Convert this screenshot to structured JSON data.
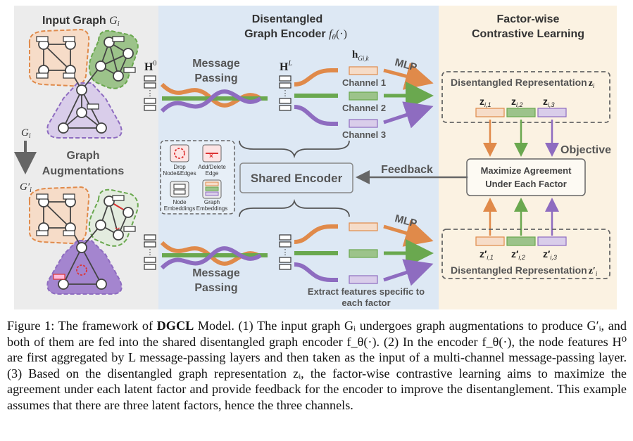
{
  "panels": {
    "input_graph_title": "Input Graph",
    "input_graph_symbol": "G",
    "input_graph_sub": "i",
    "encoder_title_line1": "Disentangled",
    "encoder_title_line2": "Graph Encoder",
    "encoder_symbol": "f",
    "encoder_symbol_sub": "θ",
    "encoder_symbol_arg": "(·)",
    "contrast_title_line1": "Factor-wise",
    "contrast_title_line2": "Contrastive Learning"
  },
  "left": {
    "gi_label": "G",
    "gi_sub": "i",
    "gi_prime_label": "G′",
    "gi_prime_sub": "i",
    "augment_line1": "Graph",
    "augment_line2": "Augmentations",
    "h0_label": "H",
    "h0_sup": "0"
  },
  "middle": {
    "mp_top_line1": "Message",
    "mp_top_line2": "Passing",
    "mp_bottom_line1": "Message",
    "mp_bottom_line2": "Passing",
    "hl_label": "H",
    "hl_sup": "L",
    "hg_label": "h",
    "hg_sub": "Gi,k",
    "channels": [
      "Channel 1",
      "Channel 2",
      "Channel 3"
    ],
    "mlp_top": "MLP",
    "mlp_bottom": "MLP",
    "shared_encoder": "Shared Encoder",
    "feedback": "Feedback",
    "extract_line1": "Extract features specific to",
    "extract_line2": "each factor"
  },
  "legend": {
    "drop_line1": "Drop",
    "drop_line2": "Node&Edges",
    "add_line1": "Add/Delete",
    "add_line2": "Edge",
    "node_line1": "Node",
    "node_line2": "Embeddings",
    "graph_line1": "Graph",
    "graph_line2": "Embeddings"
  },
  "right": {
    "disent_top": "Disentangled Representation",
    "disent_top_sym": "z",
    "disent_top_sub": "i",
    "z_top": [
      [
        "z",
        "i,1"
      ],
      [
        "z",
        "i,2"
      ],
      [
        "z",
        "i,3"
      ]
    ],
    "objective": "Objective",
    "maximize_line1": "Maximize Agreement",
    "maximize_line2": "Under Each Factor",
    "z_bottom": [
      [
        "z′",
        "i,1"
      ],
      [
        "z′",
        "i,2"
      ],
      [
        "z′",
        "i,3"
      ]
    ],
    "disent_bottom": "Disentangled Representation",
    "disent_bottom_sym": "z′",
    "disent_bottom_sub": "i"
  },
  "colors": {
    "orange": "#e08a4a",
    "green": "#6aa84f",
    "purple": "#8e6cc0",
    "orange_fill": "#f6dcc8",
    "green_fill": "#9cc38a",
    "purple_fill": "#d9cdea",
    "panel_left": "#ececec",
    "panel_mid": "#dde8f4",
    "panel_right": "#fbf2e2"
  },
  "caption": {
    "fig": "Figure 1: The framework of ",
    "model": "DGCL",
    "body": " Model. (1) The input graph Gᵢ undergoes graph augmentations to produce G′ᵢ, and both of them are fed into the shared disentangled graph encoder f_θ(·). (2) In the encoder f_θ(·), the node features H⁰ are first aggregated by L message-passing layers and then taken as the input of a multi-channel message-passing layer. (3) Based on the disentangled graph representation zᵢ, the factor-wise contrastive learning aims to maximize the agreement under each latent factor and provide feedback for the encoder to improve the disentanglement. This example assumes that there are three latent factors, hence the three channels."
  }
}
